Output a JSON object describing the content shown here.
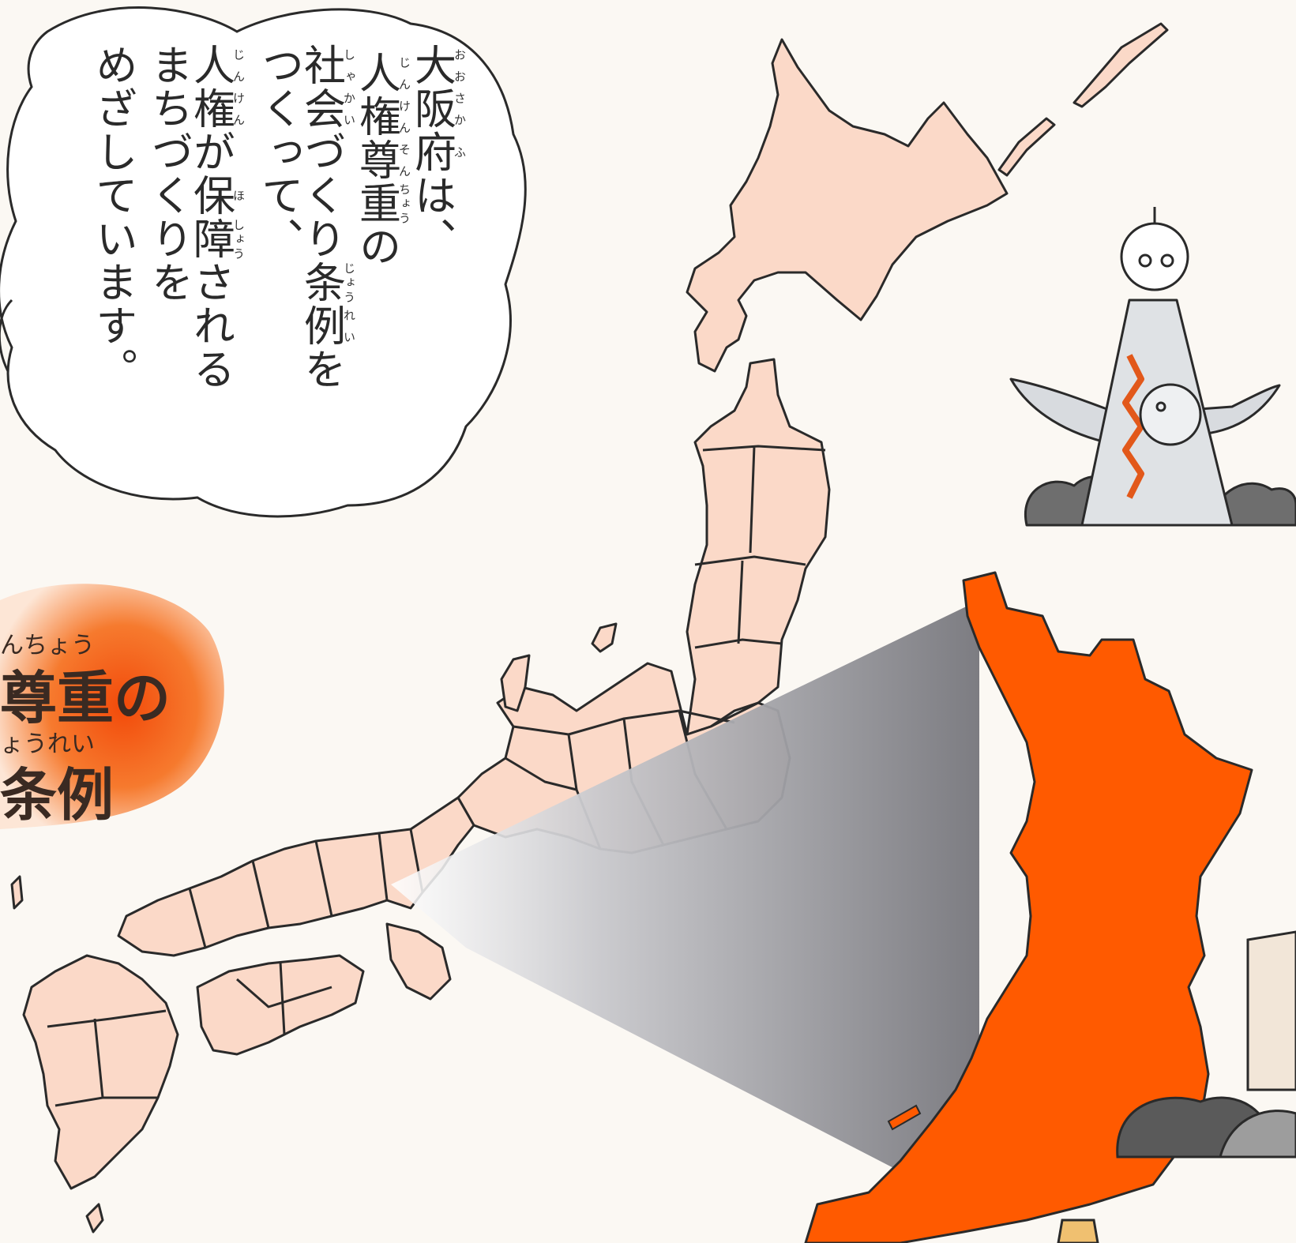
{
  "bubble": {
    "columns": [
      {
        "base1": "大",
        "rt1": "おお",
        "base2": "阪",
        "rt2": "さか",
        "base3": "府",
        "rt3": "ふ",
        "tail": "は、"
      },
      {
        "pre": "",
        "base1": "人",
        "rt1": "じん",
        "base2": "権",
        "rt2": "けん",
        "base3": "尊",
        "rt3": "そん",
        "base4": "重",
        "rt4": "ちょう",
        "tail": "の"
      },
      {
        "base1": "社",
        "rt1": "しゃ",
        "base2": "会",
        "rt2": "かい",
        "mid": "づくり",
        "base3": "条",
        "rt3": "じょう",
        "base4": "例",
        "rt4": "れい",
        "tail": "を"
      },
      {
        "text": "つくって、"
      },
      {
        "base1": "人",
        "rt1": "じん",
        "base2": "権",
        "rt2": "けん",
        "mid": "が",
        "base3": "保",
        "rt3": "ほ",
        "base4": "障",
        "rt4": "しょう",
        "tail": "される"
      },
      {
        "text": "まちづくりを"
      },
      {
        "text": "めざしています。"
      }
    ]
  },
  "banner": {
    "ruby1": "んちょう",
    "line1": "尊重の",
    "ruby2": "ょうれい",
    "line2": "条例"
  },
  "colors": {
    "background": "#fbf8f3",
    "prefecture_fill": "#fbd9c8",
    "osaka_fill": "#ff5a00",
    "banner_orange": "#f46b1e",
    "outline": "#2a2a2a",
    "beam_gray": "#8f8f95"
  },
  "icons": [
    "japan-map",
    "osaka-prefecture-map",
    "tower-of-the-sun-illustration",
    "speech-bubble"
  ]
}
